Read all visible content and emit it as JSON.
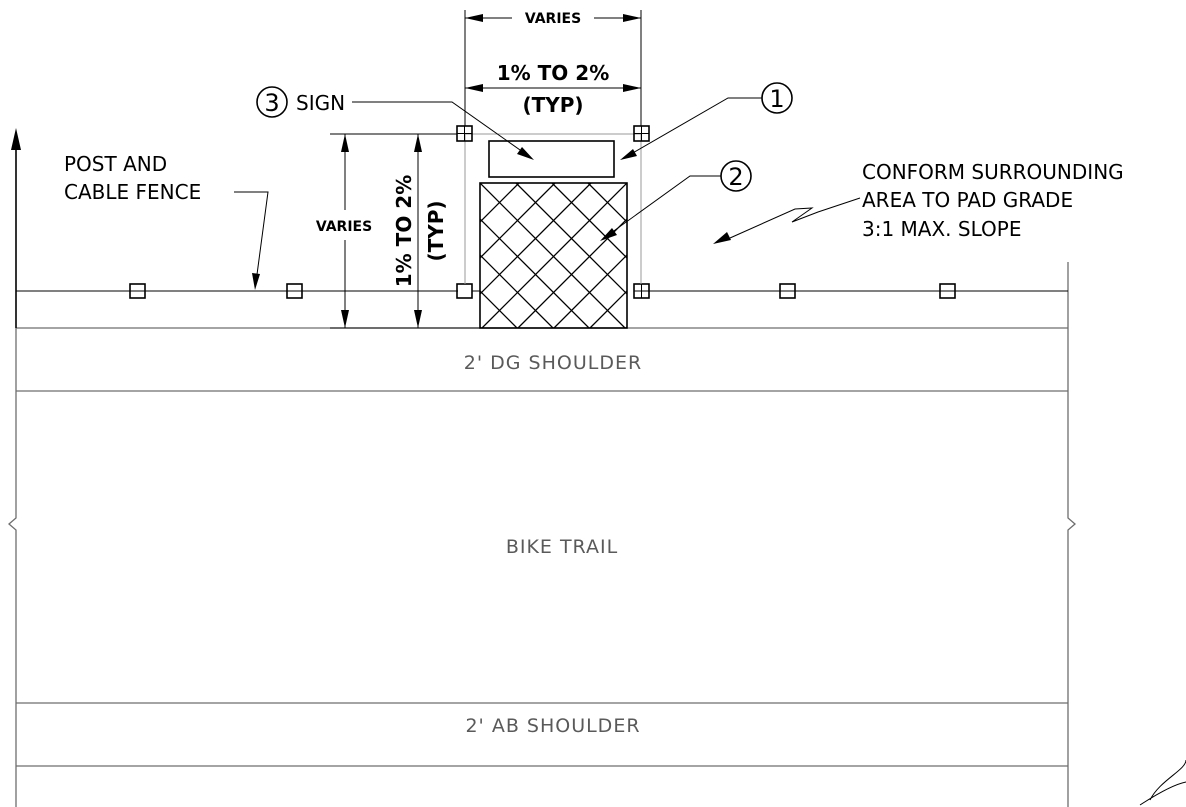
{
  "labels": {
    "varies_top": "VARIES",
    "slope_horizontal_line1": "1% TO 2%",
    "slope_horizontal_line2": "(TYP)",
    "sign_callout_number": "3",
    "sign_callout_text": "SIGN",
    "callout_1": "1",
    "callout_2": "2",
    "post_cable_fence_line1": "POST AND",
    "post_cable_fence_line2": "CABLE FENCE",
    "varies_left": "VARIES",
    "slope_vertical_line1": "1% TO 2%",
    "slope_vertical_line2": "(TYP)",
    "conform_line1": "CONFORM SURROUNDING",
    "conform_line2": "AREA TO PAD GRADE",
    "conform_line3": "3:1 MAX. SLOPE",
    "dg_shoulder": "2' DG SHOULDER",
    "bike_trail": "BIKE TRAIL",
    "ab_shoulder": "2' AB SHOULDER"
  },
  "colors": {
    "linework": "#000000",
    "band_lines": "#6e6e6e",
    "band_text": "#5a5a5a"
  }
}
